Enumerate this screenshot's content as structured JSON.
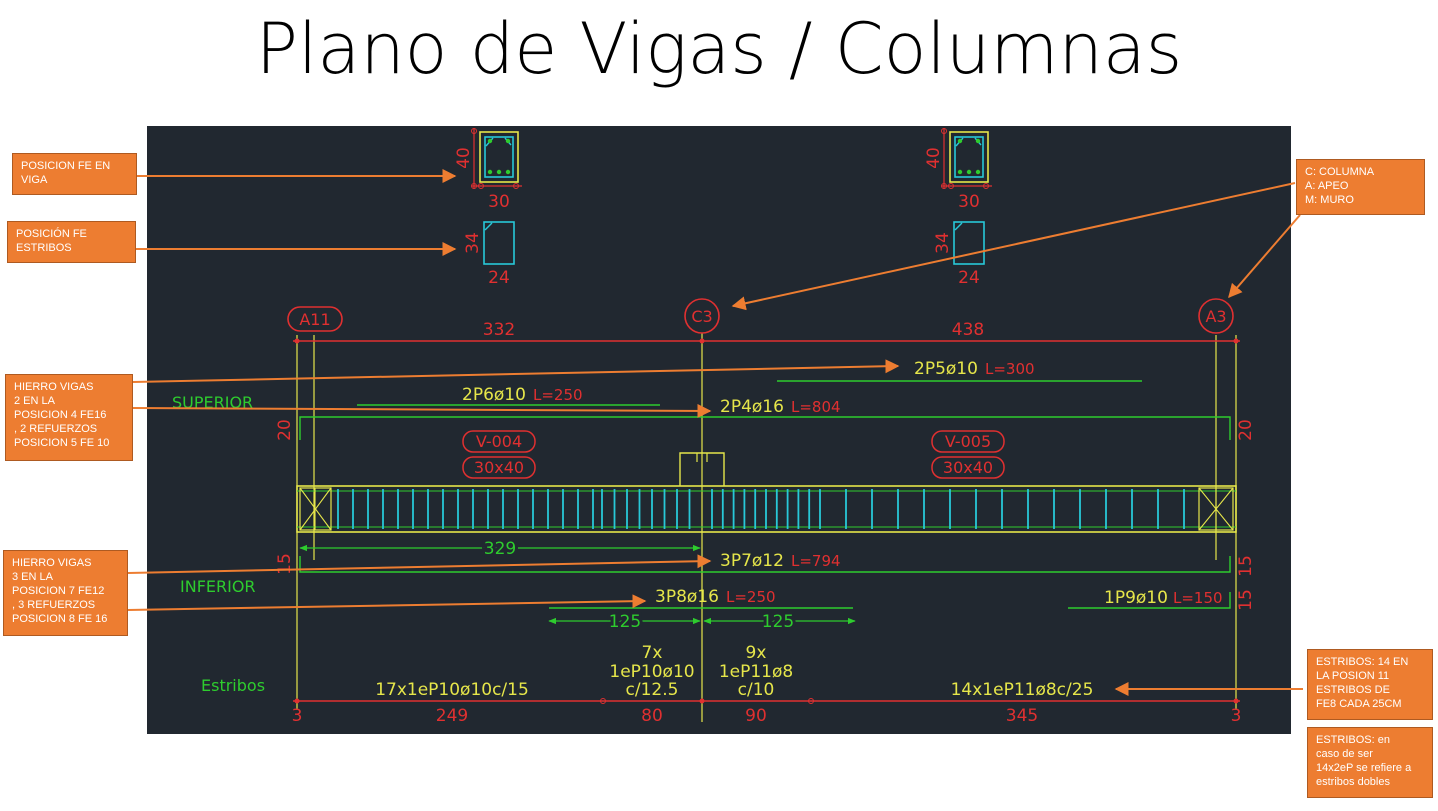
{
  "title": "Plano de Vigas / Columnas",
  "colors": {
    "cad_background": "#212830",
    "yellow": "#e6e64a",
    "red": "#e03030",
    "green": "#2ecc2e",
    "cyan": "#28c8d8",
    "note_fill": "#ed7d31",
    "arrow": "#ed7d31"
  },
  "section": {
    "left": {
      "height": "40",
      "width": "30",
      "stirrup_height": "34",
      "stirrup_width": "24"
    },
    "right": {
      "height": "40",
      "width": "30",
      "stirrup_height": "34",
      "stirrup_width": "24"
    }
  },
  "supports": {
    "left": "A11",
    "center": "C3",
    "right": "A3"
  },
  "spans": {
    "left": "332",
    "right": "438"
  },
  "labels": {
    "superior": "SUPERIOR",
    "inferior": "INFERIOR",
    "estribos": "Estribos"
  },
  "beams": {
    "left_name": "V-004",
    "left_size": "30x40",
    "right_name": "V-005",
    "right_size": "30x40"
  },
  "bars": {
    "p5": {
      "name": "2P5ø10",
      "length": "L=300"
    },
    "p6": {
      "name": "2P6ø10",
      "length": "L=250"
    },
    "p4": {
      "name": "2P4ø16",
      "length": "L=804"
    },
    "p7": {
      "name": "3P7ø12",
      "length": "L=794"
    },
    "p8": {
      "name": "3P8ø16",
      "length": "L=250"
    },
    "p9": {
      "name": "1P9ø10",
      "length": "L=150"
    }
  },
  "dims": {
    "hook_top_left": "20",
    "hook_top_right": "20",
    "hook_bot_left": "15",
    "hook_bot_right": "15",
    "hook_p9": "15",
    "d329": "329",
    "d125_left": "125",
    "d125_right": "125",
    "bottom_left_edge": "3",
    "bottom_249": "249",
    "bottom_80": "80",
    "bottom_90": "90",
    "bottom_345": "345",
    "bottom_right_edge": "3"
  },
  "stirrups": {
    "left": "17x1eP10ø10c/15",
    "center_left_l1": "7x",
    "center_left_l2": "1eP10ø10",
    "center_left_l3": "c/12.5",
    "center_right_l1": "9x",
    "center_right_l2": "1eP11ø8",
    "center_right_l3": "c/10",
    "right": "14x1eP11ø8c/25"
  },
  "notes": {
    "posicion_fe_viga": "POSICION FE EN\nVIGA",
    "posicion_fe_estribos": "POSICIÓN FE\nESTRIBOS",
    "columna_apeo_muro": "C: COLUMNA\nA: APEO\nM: MURO",
    "hierro_superior": "HIERRO VIGAS\n2 EN LA\nPOSICION 4 FE16\n, 2 REFUERZOS\nPOSICION 5 FE 10",
    "hierro_inferior": "HIERRO VIGAS\n3 EN LA\nPOSICION 7 FE12\n, 3 REFUERZOS\nPOSICION 8 FE 16",
    "estribos_14": "ESTRIBOS: 14 EN\nLA POSION 11\nESTRIBOS DE\nFE8 CADA 25CM",
    "estribos_dobles": "ESTRIBOS: en\ncaso de ser\n14x2eP se refiere a\nestribos dobles"
  }
}
